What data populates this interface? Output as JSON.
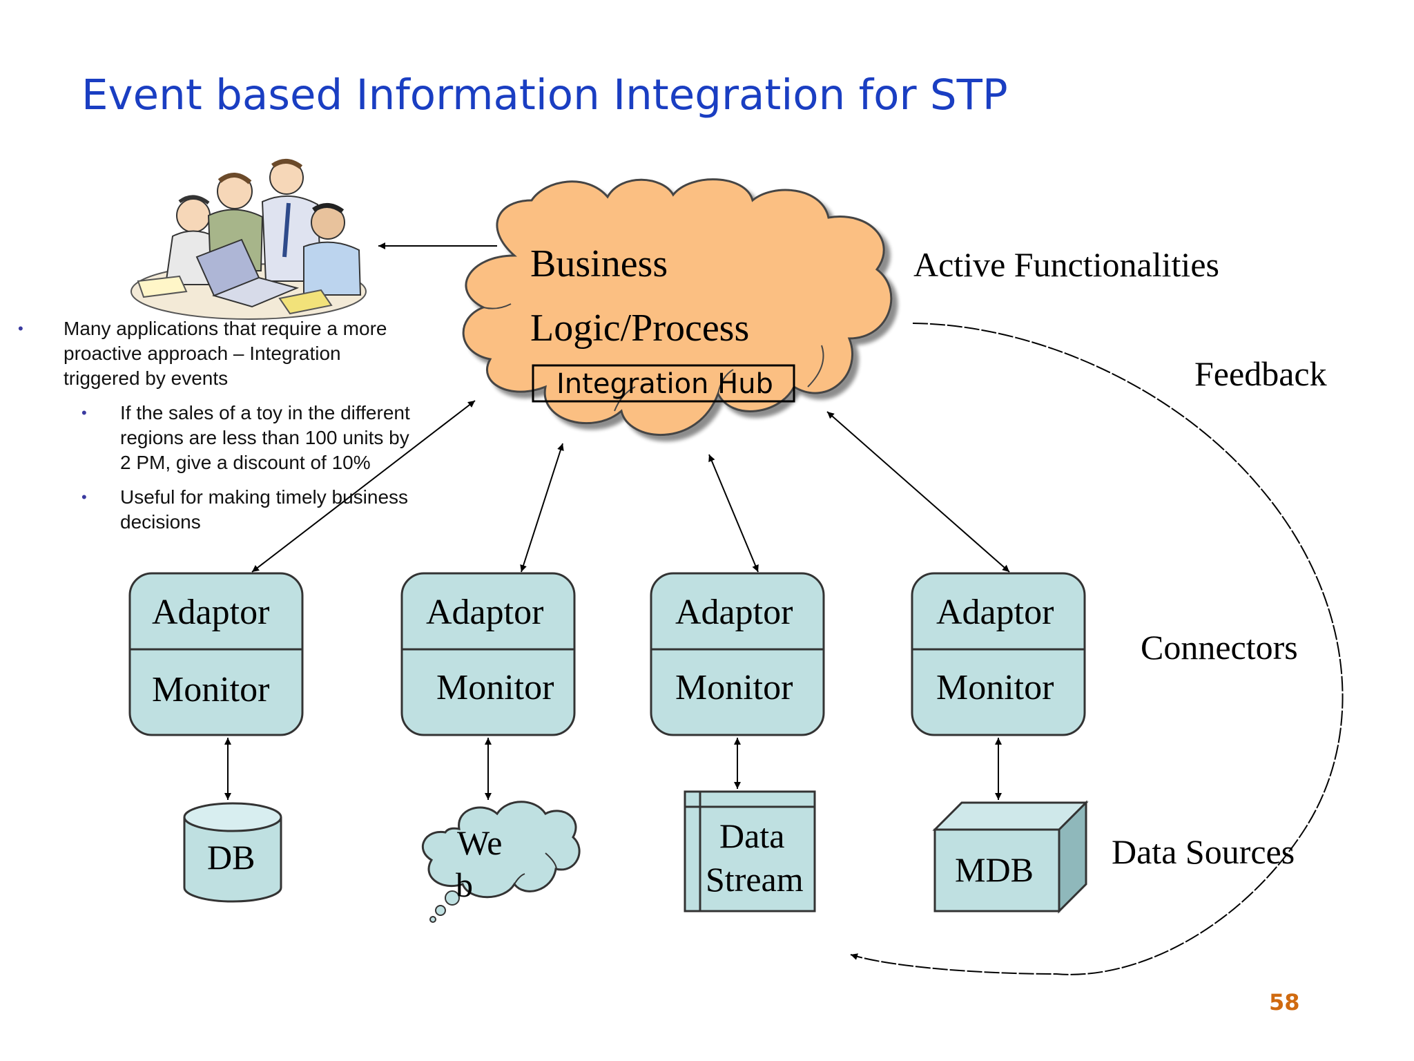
{
  "title": "Event based Information Integration for STP",
  "page_number": "58",
  "bullets": {
    "main": "Many applications that require a more proactive approach – Integration triggered by events",
    "sub": [
      "If the sales of a toy in the different regions are less than 100  units by 2 PM, give a discount of 10%",
      "Useful for making timely business decisions"
    ]
  },
  "hub": {
    "line1": "Business",
    "line2": "Logic/Process",
    "box_label": "Integration Hub"
  },
  "layers": {
    "active": "Active Functionalities",
    "feedback": "Feedback",
    "connectors": "Connectors",
    "sources": "Data Sources"
  },
  "connectors": [
    {
      "top": "Adaptor",
      "bottom": "Monitor"
    },
    {
      "top": "Adaptor",
      "bottom": "Monitor"
    },
    {
      "top": "Adaptor",
      "bottom": "Monitor"
    },
    {
      "top": "Adaptor",
      "bottom": "Monitor"
    }
  ],
  "sources": {
    "db": "DB",
    "web_line1": "We",
    "web_line2": "b",
    "stream_line1": "Data",
    "stream_line2": "Stream",
    "mdb": "MDB"
  },
  "colors": {
    "title": "#1a3ec2",
    "cloud_fill": "#fbbf82",
    "box_fill": "#bfe0e1",
    "page_number": "#d06a10"
  },
  "icons": {
    "people": "people-at-laptop-icon"
  }
}
